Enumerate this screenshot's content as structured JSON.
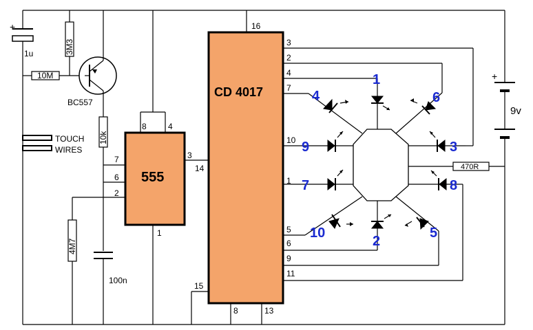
{
  "chips": {
    "counter": {
      "name": "CD 4017",
      "pins": {
        "p16": "16",
        "p3": "3",
        "p2": "2",
        "p4": "4",
        "p7": "7",
        "p10": "10",
        "p1": "1",
        "p5": "5",
        "p6": "6",
        "p9": "9",
        "p11": "11",
        "p15": "15",
        "p8": "8",
        "p13": "13",
        "p14": "14"
      }
    },
    "timer": {
      "name": "555",
      "pins": {
        "p8": "8",
        "p4": "4",
        "p7": "7",
        "p6": "6",
        "p2": "2",
        "p3": "3",
        "p1": "1"
      }
    }
  },
  "components": {
    "cap_top": {
      "label": "1u",
      "plus": "+"
    },
    "res_10m": "10M",
    "res_3m3": "3M3",
    "transistor": "BC557",
    "res_10k": "10k",
    "touch_wires": [
      "TOUCH",
      "WIRES"
    ],
    "res_4m7": "4M7",
    "cap_100n": "100n",
    "res_470r": "470R",
    "battery": {
      "label": "9v",
      "plus": "+"
    }
  },
  "leds": [
    "1",
    "2",
    "3",
    "4",
    "5",
    "6",
    "7",
    "8",
    "9",
    "10"
  ]
}
